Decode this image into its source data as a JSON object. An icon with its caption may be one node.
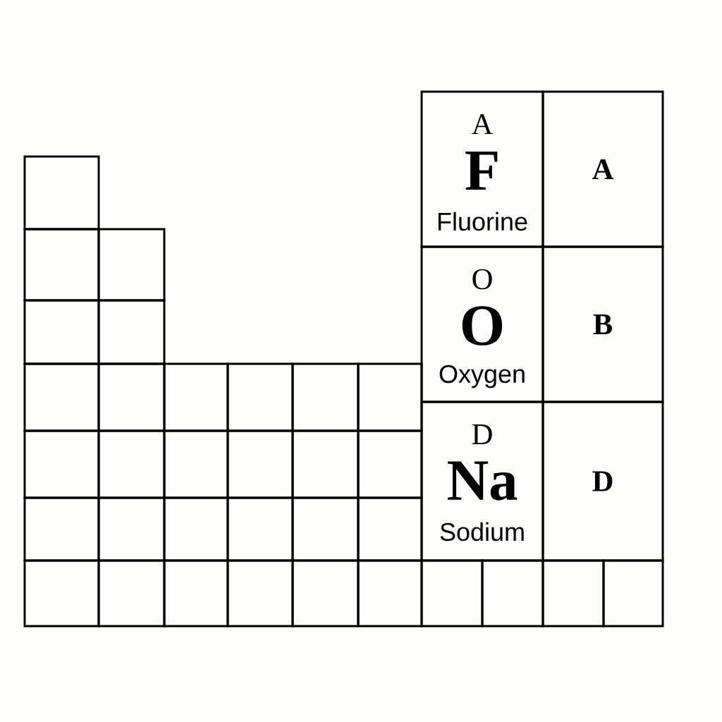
{
  "diagram": {
    "nodes": [
      {
        "text": [
          "A",
          "F",
          "Fluorine"
        ]
      },
      {
        "text": [
          "A"
        ]
      },
      {
        "text": [],
        "shape": "box"
      },
      {
        "text": [],
        "shape": "box"
      },
      {
        "text": [],
        "shape": "box"
      },
      {
        "text": [
          "O",
          "O",
          "Oxygen"
        ]
      },
      {
        "text": [
          "B"
        ]
      },
      {
        "text": [],
        "shape": "box"
      },
      {
        "text": [],
        "shape": "box"
      },
      {
        "text": [],
        "shape": "box"
      },
      {
        "text": [],
        "shape": "box"
      },
      {
        "text": [],
        "shape": "box"
      },
      {
        "text": [],
        "shape": "box"
      },
      {
        "text": [],
        "shape": "box"
      },
      {
        "text": [],
        "shape": "box"
      },
      {
        "text": [
          "D",
          "Na",
          "Sodium"
        ]
      },
      {
        "text": [
          "D"
        ]
      },
      {
        "text": [],
        "shape": "box"
      },
      {
        "text": [],
        "shape": "box"
      },
      {
        "text": [],
        "shape": "box"
      },
      {
        "text": [],
        "shape": "box"
      },
      {
        "text": [],
        "shape": "box"
      },
      {
        "text": [],
        "shape": "box"
      },
      {
        "text": [],
        "shape": "box"
      },
      {
        "text": [],
        "shape": "box"
      },
      {
        "text": [],
        "shape": "box"
      },
      {
        "text": [],
        "shape": "box"
      },
      {
        "text": [],
        "shape": "box"
      },
      {
        "text": [],
        "shape": "box"
      },
      {
        "text": [],
        "shape": "box"
      },
      {
        "text": [],
        "shape": "box"
      },
      {
        "text": [],
        "shape": "box"
      },
      {
        "text": [],
        "shape": "box"
      },
      {
        "text": [],
        "shape": "box"
      },
      {
        "text": [],
        "shape": "box"
      },
      {
        "text": [],
        "shape": "box"
      },
      {
        "text": [],
        "shape": "box"
      },
      {
        "text": [],
        "shape": "box"
      },
      {
        "text": [],
        "shape": "box"
      }
    ]
  }
}
